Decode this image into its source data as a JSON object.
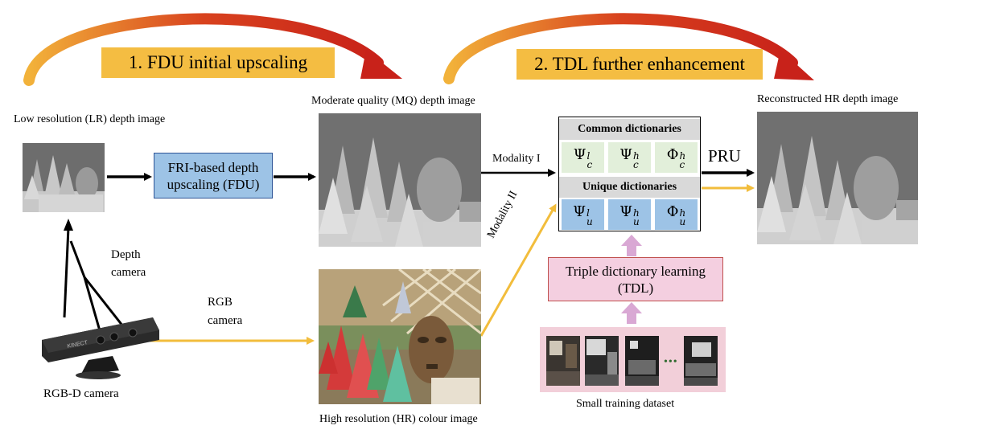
{
  "banners": {
    "fdu": "1. FDU initial upscaling",
    "tdl": "2. TDL further enhancement"
  },
  "captions": {
    "lr_depth": "Low resolution (LR) depth image",
    "mq_depth": "Moderate quality (MQ) depth image",
    "hr_recon": "Reconstructed HR depth image",
    "hr_colour": "High resolution (HR) colour image",
    "training": "Small training dataset",
    "rgbd": "RGB-D camera",
    "depth_cam_1": "Depth",
    "depth_cam_2": "camera",
    "rgb_cam_1": "RGB",
    "rgb_cam_2": "camera",
    "modality_1": "Modality I",
    "modality_2": "Modality II",
    "pru": "PRU"
  },
  "boxes": {
    "fdu_1": "FRI-based depth",
    "fdu_2": "upscaling (FDU)",
    "tdl_1": "Triple dictionary learning",
    "tdl_2": "(TDL)",
    "common": "Common dictionaries",
    "unique": "Unique dictionaries"
  },
  "dictionaries": {
    "common": [
      {
        "base": "Ψ",
        "sup": "l",
        "sub": "c"
      },
      {
        "base": "Ψ",
        "sup": "h",
        "sub": "c"
      },
      {
        "base": "Φ",
        "sup": "h",
        "sub": "c"
      }
    ],
    "unique": [
      {
        "base": "Ψ",
        "sup": "l",
        "sub": "u"
      },
      {
        "base": "Ψ",
        "sup": "h",
        "sub": "u"
      },
      {
        "base": "Φ",
        "sup": "h",
        "sub": "u"
      }
    ]
  },
  "ellipsis": "•••",
  "kinect_label": "KINECT",
  "colors": {
    "banner": "#f4bd42",
    "fdu_box": "#9dc3e6",
    "tdl_box": "#f4cfe0",
    "tdl_border": "#c0504d",
    "arrow_orange": "#f2bd3c",
    "arrow_pink": "#d9a8d4",
    "curve_red": "#d43a1e"
  }
}
